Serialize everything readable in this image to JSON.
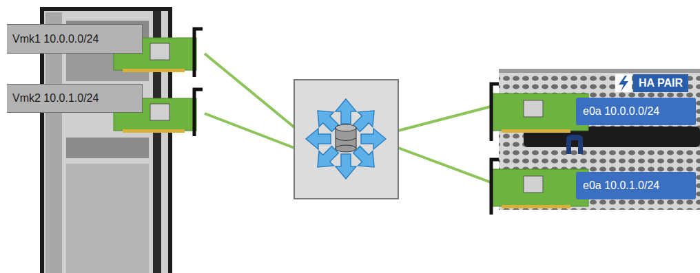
{
  "diagram": {
    "nodes": [
      {
        "text": [
          "Vmk1 10.0.0.0/24"
        ]
      },
      {
        "text": [
          "Vmk2 10.0.1.0/24"
        ]
      },
      {
        "text": [
          "HA PAIR"
        ]
      },
      {
        "text": [
          "e0a 10.0.0.0/24"
        ],
        "in": 2
      },
      {
        "text": [
          "e0a 10.0.1.0/24"
        ],
        "in": 2
      }
    ]
  }
}
